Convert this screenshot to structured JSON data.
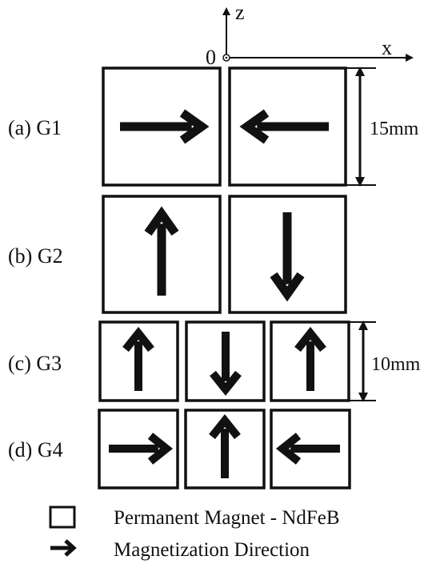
{
  "axes": {
    "z_label": "z",
    "x_label": "x",
    "origin_label": "0"
  },
  "groups": [
    {
      "id": "G1",
      "label": "(a) G1",
      "magnets": [
        "right",
        "left"
      ]
    },
    {
      "id": "G2",
      "label": "(b) G2",
      "magnets": [
        "up",
        "down"
      ]
    },
    {
      "id": "G3",
      "label": "(c) G3",
      "magnets": [
        "up",
        "down",
        "up"
      ]
    },
    {
      "id": "G4",
      "label": "(d) G4",
      "magnets": [
        "right",
        "up",
        "left"
      ]
    }
  ],
  "dimensions": {
    "large": "15mm",
    "small": "10mm"
  },
  "legend": {
    "magnet_label": "Permanent Magnet - NdFeB",
    "direction_label": "Magnetization Direction"
  },
  "colors": {
    "stroke": "#111111",
    "background": "#ffffff"
  }
}
